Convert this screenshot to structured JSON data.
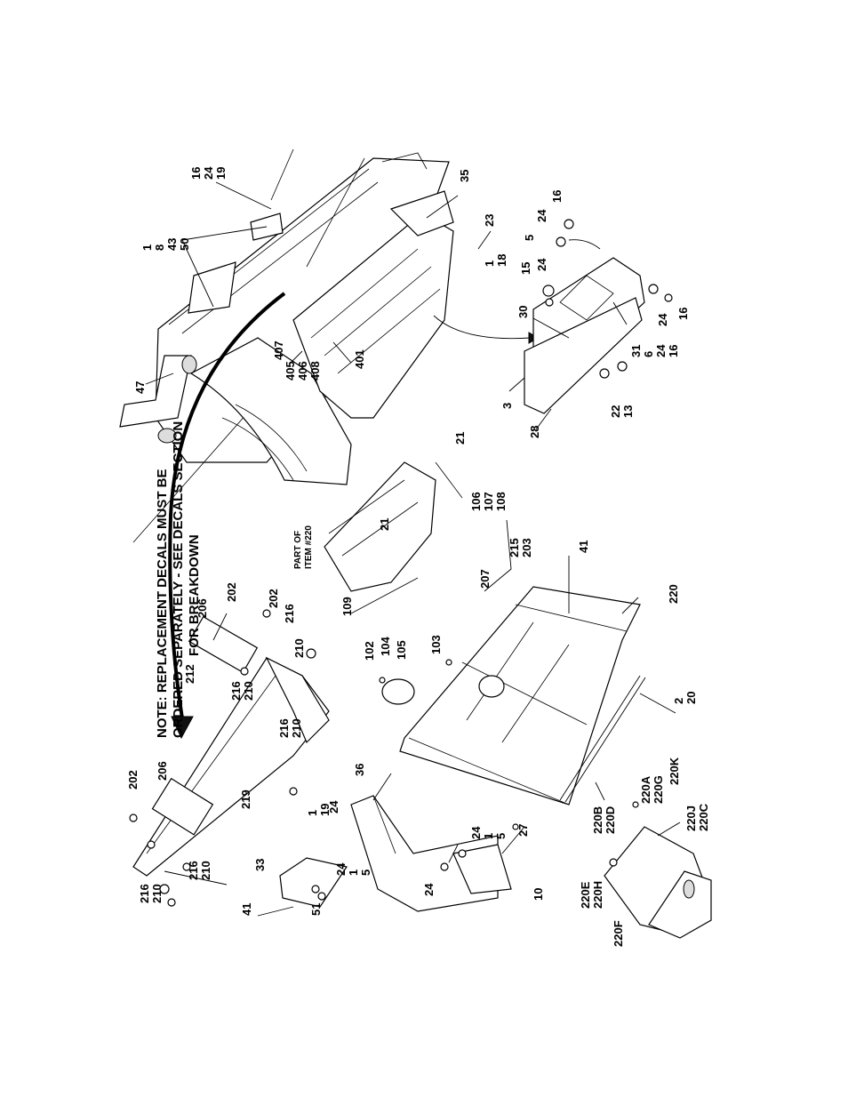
{
  "note": {
    "line1": "NOTE: REPLACEMENT DECALS MUST BE",
    "line2": "ORDERED SEPARATELY - SEE DECALS SECTION",
    "line3": "FOR BREAKDOWN"
  },
  "part_of": {
    "line1": "PART OF",
    "line2": "ITEM #220"
  },
  "callouts": {
    "c16_24_19": [
      "16",
      "24",
      "19"
    ],
    "c1_8_43_50": [
      "1",
      "8",
      "43",
      "50"
    ],
    "c35": [
      "35"
    ],
    "c23": [
      "23"
    ],
    "c1_18": [
      "1",
      "18"
    ],
    "c16_top": [
      "16"
    ],
    "c24_top": [
      "24"
    ],
    "c5_top": [
      "5"
    ],
    "c15": [
      "15"
    ],
    "c24_mid": [
      "24"
    ],
    "c30": [
      "30"
    ],
    "c24_16_r": [
      "24"
    ],
    "c16_r": [
      "16"
    ],
    "c31_6_24_16": [
      "31",
      "6",
      "24",
      "16"
    ],
    "c3": [
      "3"
    ],
    "c22_13": [
      "22",
      "13"
    ],
    "c28": [
      "28"
    ],
    "c47": [
      "47"
    ],
    "c405_406_408": [
      "405",
      "406",
      "408"
    ],
    "c407": [
      "407"
    ],
    "c401": [
      "401"
    ],
    "c21_a": [
      "21"
    ],
    "c21_b": [
      "21"
    ],
    "c106_107_108": [
      "106",
      "107",
      "108"
    ],
    "c215_203": [
      "215",
      "203"
    ],
    "c207": [
      "207"
    ],
    "c41_r": [
      "41"
    ],
    "c109": [
      "109"
    ],
    "c220": [
      "220"
    ],
    "c102": [
      "102"
    ],
    "c104": [
      "104"
    ],
    "c105": [
      "105"
    ],
    "c103": [
      "103"
    ],
    "c2_20": [
      "2",
      "20"
    ],
    "c202_a": [
      "202"
    ],
    "c206_a": [
      "206"
    ],
    "c212": [
      "212"
    ],
    "c202_b": [
      "202"
    ],
    "c216_a": [
      "216"
    ],
    "c210_a": [
      "210"
    ],
    "c216_210_b": [
      "216",
      "210"
    ],
    "c216_210_c": [
      "216",
      "210"
    ],
    "c202_top": [
      "202"
    ],
    "c206_top": [
      "206"
    ],
    "c219": [
      "219"
    ],
    "c36": [
      "36"
    ],
    "c1_19": [
      "1",
      "19"
    ],
    "c24_l": [
      "24"
    ],
    "c24_1_5": [
      "24",
      "1",
      "5"
    ],
    "c27": [
      "27"
    ],
    "c216_210_l1": [
      "216",
      "210"
    ],
    "c216_210_l2": [
      "216",
      "210"
    ],
    "c41_l": [
      "41"
    ],
    "c33": [
      "33"
    ],
    "c51": [
      "51"
    ],
    "c24_1_5_b": [
      "24",
      "1",
      "5"
    ],
    "c24_b": [
      "24"
    ],
    "c10": [
      "10"
    ],
    "c220A_220G": [
      "220A",
      "220G"
    ],
    "c220K": [
      "220K"
    ],
    "c220B_220D": [
      "220B",
      "220D"
    ],
    "c220J_220C": [
      "220J",
      "220C"
    ],
    "c220E_220H": [
      "220E",
      "220H"
    ],
    "c220F": [
      "220F"
    ]
  }
}
